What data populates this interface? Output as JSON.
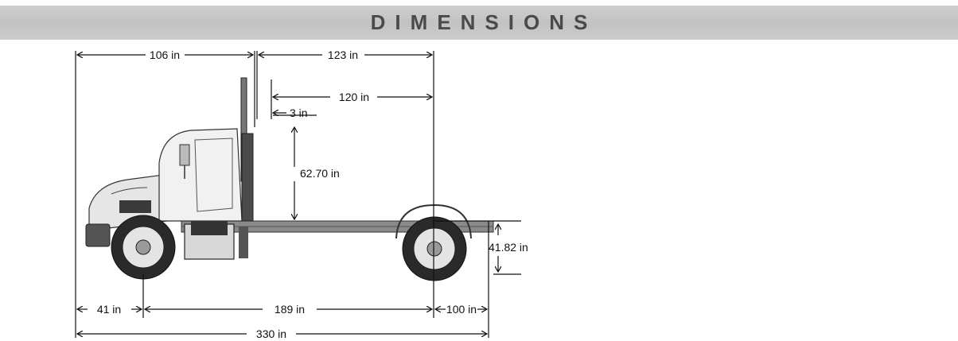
{
  "header": {
    "title": "DIMENSIONS"
  },
  "dimensions": {
    "bumper_to_back_of_cab": "106 in",
    "back_of_cab_to_rear_end": "123 in",
    "cab_to_axle": "120 in",
    "cab_clearance": "3 in",
    "frame_to_cab_top": "62.70 in",
    "frame_height": "41.82 in",
    "bumper_to_front_axle": "41 in",
    "wheelbase": "189 in",
    "rear_overhang": "100 in",
    "overall_length": "330 in"
  },
  "colors": {
    "header_bg": "#c6c6c6",
    "header_text": "#4a4a4a",
    "line": "#111111"
  }
}
